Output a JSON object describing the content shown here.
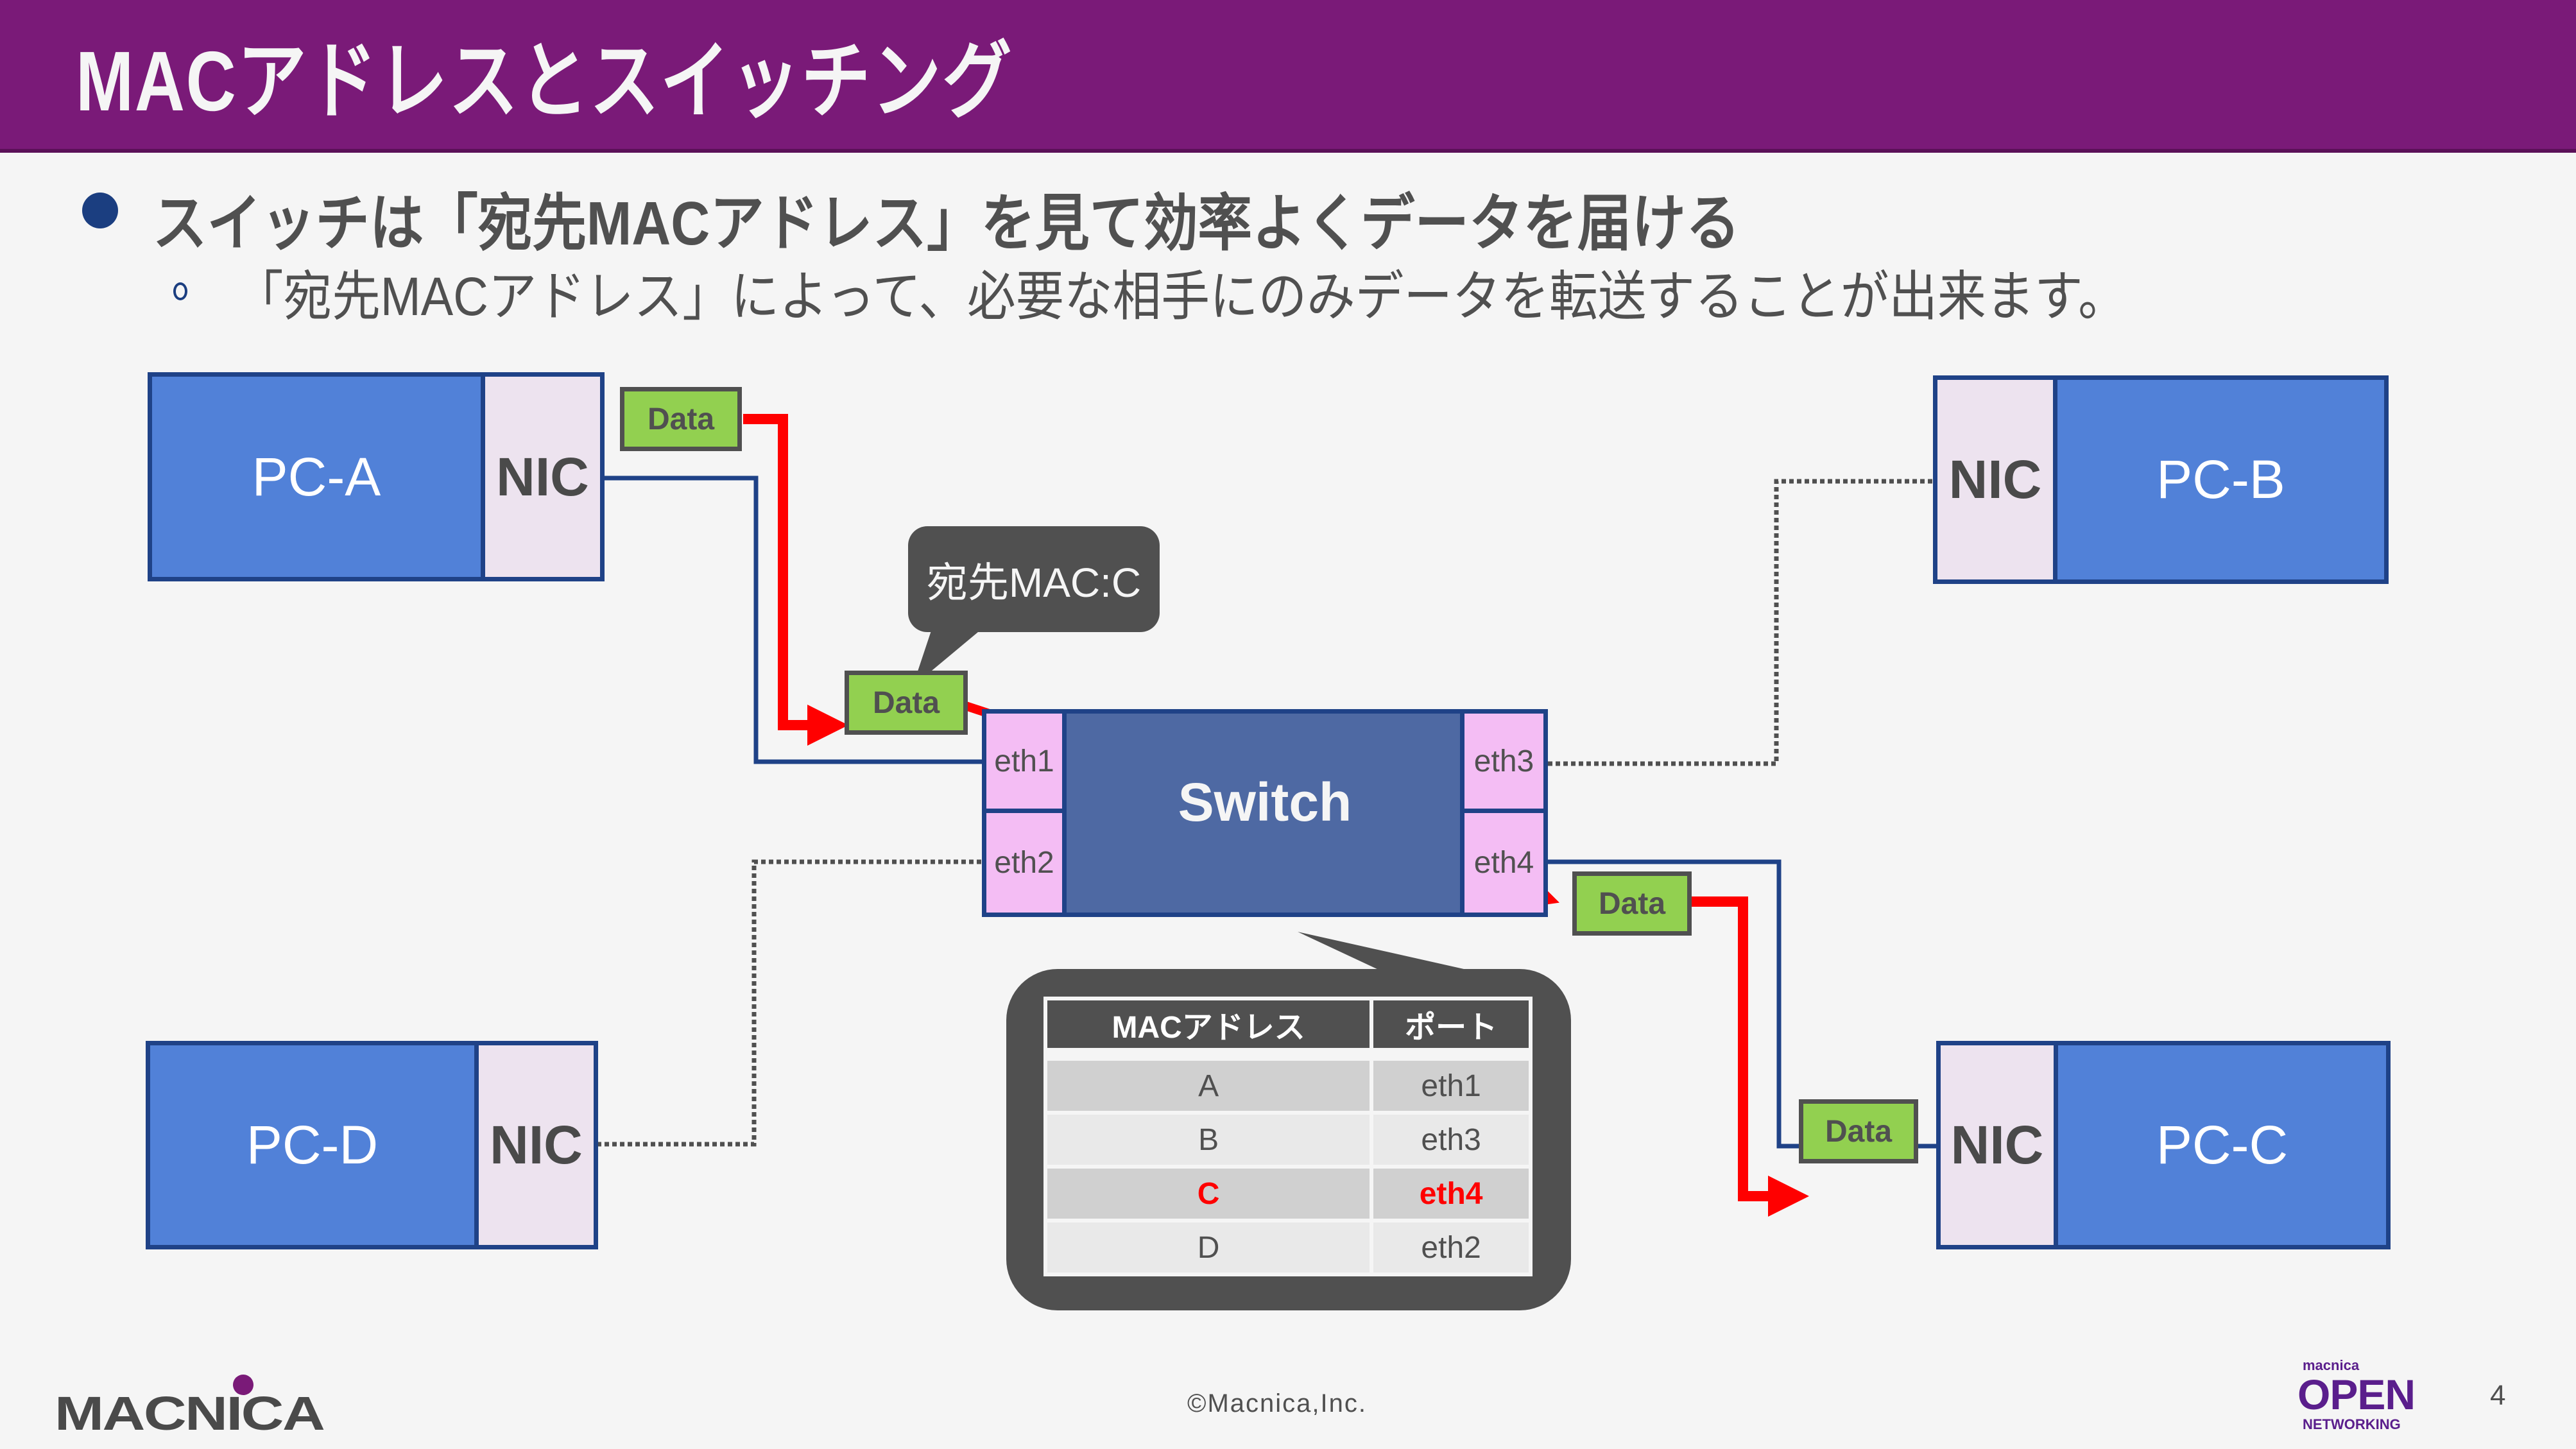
{
  "header": {
    "title": "MACアドレスとスイッチング"
  },
  "bullets": {
    "main": "スイッチは「宛先MACアドレス」を見て効率よくデータを届ける",
    "sub": "「宛先MACアドレス」によって、必要な相手にのみデータを転送することが出来ます。"
  },
  "diagram": {
    "pcs": [
      {
        "id": "pc-a",
        "label": "PC-A",
        "nic": "NIC",
        "link": "solid"
      },
      {
        "id": "pc-b",
        "label": "PC-B",
        "nic": "NIC",
        "link": "dotted"
      },
      {
        "id": "pc-c",
        "label": "PC-C",
        "nic": "NIC",
        "link": "solid"
      },
      {
        "id": "pc-d",
        "label": "PC-D",
        "nic": "NIC",
        "link": "dotted"
      }
    ],
    "switch": {
      "label": "Switch",
      "ports": [
        "eth1",
        "eth2",
        "eth3",
        "eth4"
      ]
    },
    "data_label": "Data",
    "callout": "宛先MAC:C",
    "mac_table": {
      "headers": [
        "MACアドレス",
        "ポート"
      ],
      "rows": [
        {
          "mac": "A",
          "port": "eth1",
          "highlight": false
        },
        {
          "mac": "B",
          "port": "eth3",
          "highlight": false
        },
        {
          "mac": "C",
          "port": "eth4",
          "highlight": true
        },
        {
          "mac": "D",
          "port": "eth2",
          "highlight": false
        }
      ]
    },
    "colors": {
      "pc_fill": "#5181d8",
      "nic_fill": "#ede3ef",
      "switch_fill": "#4e69a3",
      "port_fill": "#f4bdf4",
      "data_fill": "#92d050",
      "path": "#ff0000",
      "link": "#1f4287"
    }
  },
  "footer": {
    "copyright": "©Macnica,Inc.",
    "page": "4",
    "logo_left": "MACNICA",
    "logo_right_top": "macnica",
    "logo_right_main": "OPEN",
    "logo_right_bottom": "NETWORKING"
  }
}
